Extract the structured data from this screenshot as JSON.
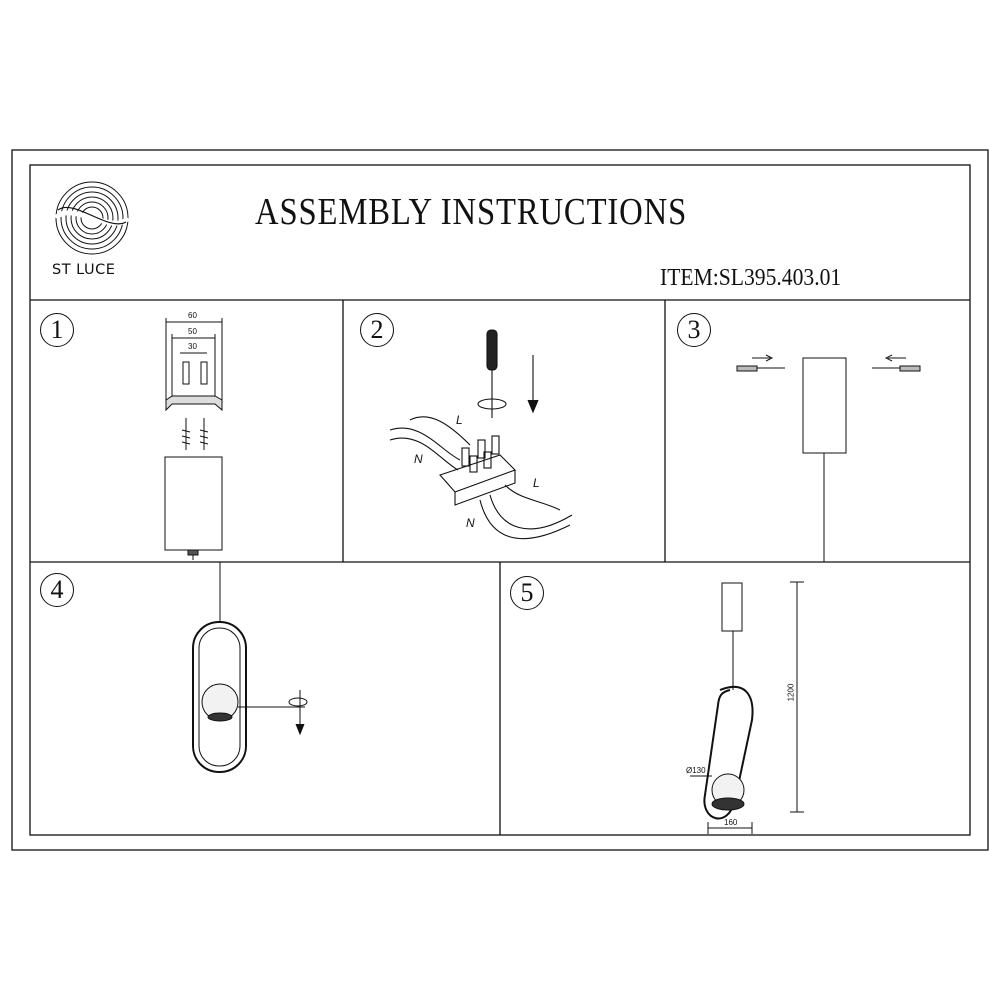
{
  "header": {
    "brand_name": "ST LUCE",
    "title": "ASSEMBLY   INSTRUCTIONS",
    "item_code": "ITEM:SL395.403.01"
  },
  "steps": [
    {
      "number": "1",
      "dims": [
        "60",
        "50",
        "30"
      ]
    },
    {
      "number": "2",
      "labels": [
        "L",
        "N",
        "L",
        "N"
      ]
    },
    {
      "number": "3"
    },
    {
      "number": "4"
    },
    {
      "number": "5",
      "dims": [
        "1200",
        "Ø130",
        "160"
      ]
    }
  ],
  "icons": [
    "st-luce-logo-icon",
    "screwdriver-icon",
    "screw-icon",
    "terminal-block-icon",
    "rotate-arrow-icon",
    "down-arrow-icon"
  ]
}
